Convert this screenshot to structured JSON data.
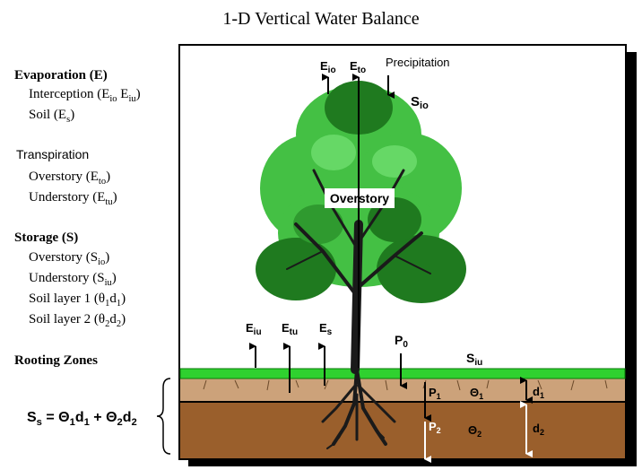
{
  "title": "1-D Vertical Water Balance",
  "legend": {
    "evaporation_heading": "Evaporation (E)",
    "interception": "Interception (Eio Eiu)",
    "soil": "Soil (Es)",
    "transpiration_heading": "Transpiration",
    "overstory_t": "Overstory (Eto)",
    "understory_t": "Understory (Etu)",
    "storage_heading": "Storage (S)",
    "overstory_s": "Overstory (Sio)",
    "understory_s": "Understory (Siu)",
    "soil_layer_1": "Soil layer 1 (θ1d1)",
    "soil_layer_2": "Soil layer 2 (θ2d2)",
    "rooting_heading": "Rooting Zones",
    "formula": "Ss = Θ1d1 + Θ2d2"
  },
  "diagram": {
    "e_io": "Eio",
    "e_to": "Eto",
    "precipitation": "Precipitation",
    "s_io": "Sio",
    "overstory": "Overstory",
    "e_iu": "Eiu",
    "e_tu": "Etu",
    "e_s": "Es",
    "p0": "P0",
    "s_iu": "Siu",
    "p1": "P1",
    "theta1": "Θ1",
    "d1": "d1",
    "p2": "P2",
    "theta2": "Θ2",
    "d2": "d2"
  },
  "colors": {
    "grass": "#2fd12f",
    "soil_layer_1": "#cca27a",
    "soil_layer_2": "#9a5f2c",
    "leaf_light": "#44c044",
    "leaf_dark": "#1f7a1f",
    "frame_shadow": "#000000"
  }
}
